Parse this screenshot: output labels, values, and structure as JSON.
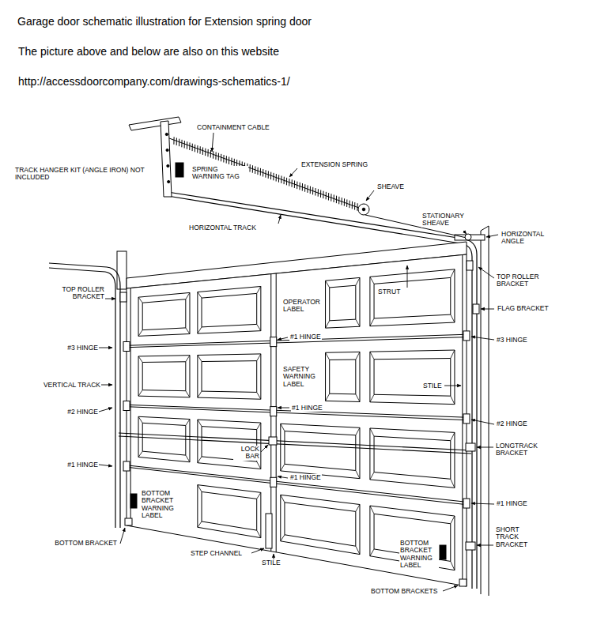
{
  "diagram": {
    "title": "Garage door schematic illustration for Extension spring door",
    "labels": [
      "The picture above and below are also on this website",
      "http://accessdoorcompany.com/drawings-schematics-1/",
      "CONTAINMENT CABLE",
      "TRACK HANGER KIT (ANGLE IRON) NOT INCLUDED",
      "SPRING WARNING TAG",
      "EXTENSION SPRING",
      "SHEAVE",
      "HORIZONTAL TRACK",
      "STATIONARY SHEAVE",
      "HORIZONTAL ANGLE",
      "TOP ROLLER BRACKET",
      "OPERATOR LABEL",
      "STRUT",
      "TOP ROLLER BRACKET",
      "FLAG BRACKET",
      "#3 HINGE",
      "#1 HINGE",
      "#3 HINGE",
      "SAFETY WARNING LABEL",
      "VERTICAL TRACK",
      "STILE",
      "#2 HINGE",
      "#1 HINGE",
      "#2 HINGE",
      "LONGTRACK BRACKET",
      "LOCK BAR",
      "#1 HINGE",
      "#1 HINGE",
      "#1 HINGE",
      "BOTTOM BRACKET WARNING LABEL",
      "SHORT TRACK BRACKET",
      "BOTTOM BRACKET",
      "BOTTOM BRACKET WARNING LABEL",
      "STEP CHANNEL",
      "STILE",
      "BOTTOM BRACKETS"
    ]
  }
}
